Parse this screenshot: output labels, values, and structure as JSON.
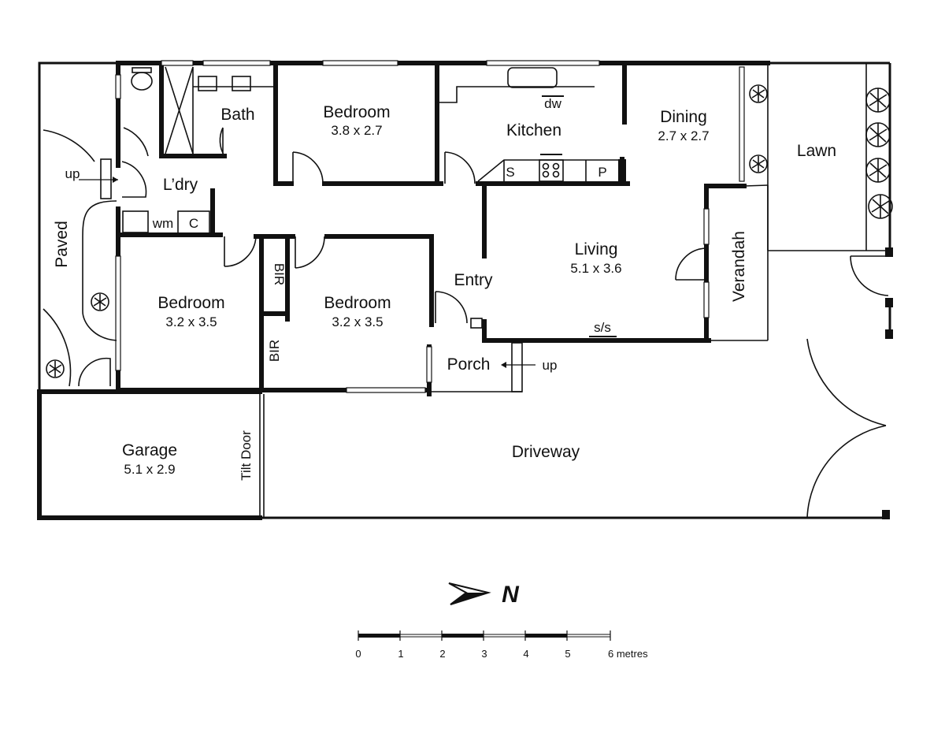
{
  "rooms": {
    "bath": "Bath",
    "bedroom_top": {
      "name": "Bedroom",
      "size": "3.8 x 2.7"
    },
    "kitchen": "Kitchen",
    "dining": {
      "name": "Dining",
      "size": "2.7 x 2.7"
    },
    "lawn": "Lawn",
    "laundry": "L’dry",
    "living": {
      "name": "Living",
      "size": "5.1 x 3.6"
    },
    "verandah": "Verandah",
    "entry": "Entry",
    "porch": "Porch",
    "paved": "Paved",
    "bedroom_left": {
      "name": "Bedroom",
      "size": "3.2 x 3.5"
    },
    "bedroom_mid": {
      "name": "Bedroom",
      "size": "3.2 x 3.5"
    },
    "garage": {
      "name": "Garage",
      "size": "5.1 x 2.9"
    },
    "tilt_door": "Tilt Door",
    "driveway": "Driveway"
  },
  "fixtures": {
    "dw": "dw",
    "sink": "S",
    "pantry": "P",
    "wm": "wm",
    "cupboard": "C",
    "bir1": "BIR",
    "bir2": "BIR",
    "ss": "s/s",
    "up_left": "up",
    "up_porch": "up"
  },
  "compass": {
    "label": "N"
  },
  "scale": {
    "ticks": [
      "0",
      "1",
      "2",
      "3",
      "4",
      "5",
      "6 metres"
    ]
  }
}
